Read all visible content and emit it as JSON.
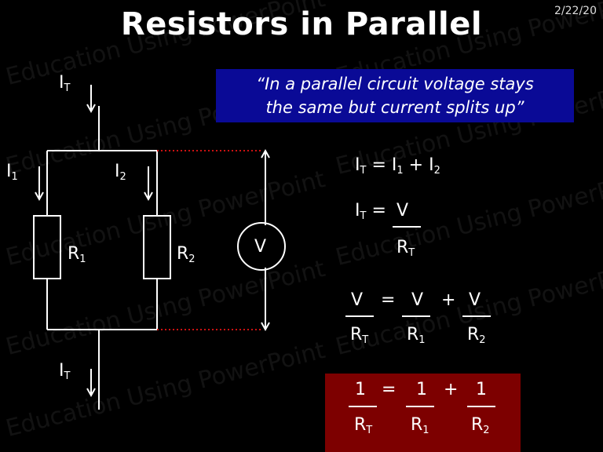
{
  "date": "2/22/20",
  "title": "Resistors in Parallel",
  "quote": {
    "line1": "“In a parallel circuit voltage stays",
    "line2": "the same but current splits up”"
  },
  "watermark": "Education Using PowerPoint",
  "circuit": {
    "current_symbol": "I",
    "total_subscript": "T",
    "branch1_subscript": "1",
    "branch2_subscript": "2",
    "resistor_symbol": "R",
    "voltmeter_label": "V"
  },
  "equations": {
    "eq1": {
      "lhs": "I",
      "lhs_sub": "T",
      "eq": "=",
      "t1": "I",
      "t1_sub": "1",
      "plus": "+",
      "t2": "I",
      "t2_sub": "2"
    },
    "eq2": {
      "lhs": "I",
      "lhs_sub": "T",
      "eq": "=",
      "num": "V",
      "den": "R",
      "den_sub": "T"
    },
    "eq3": {
      "n0": "V",
      "d0": "R",
      "d0_sub": "T",
      "eq": "=",
      "n1": "V",
      "d1": "R",
      "d1_sub": "1",
      "plus": "+",
      "n2": "V",
      "d2": "R",
      "d2_sub": "2"
    },
    "eq4": {
      "n0": "1",
      "d0": "R",
      "d0_sub": "T",
      "eq": "=",
      "n1": "1",
      "d1": "R",
      "d1_sub": "1",
      "plus": "+",
      "n2": "1",
      "d2": "R",
      "d2_sub": "2"
    }
  },
  "colors": {
    "quote_box": "#0a0a96",
    "result_box": "#7d0000",
    "dotted": "#cc1111"
  }
}
